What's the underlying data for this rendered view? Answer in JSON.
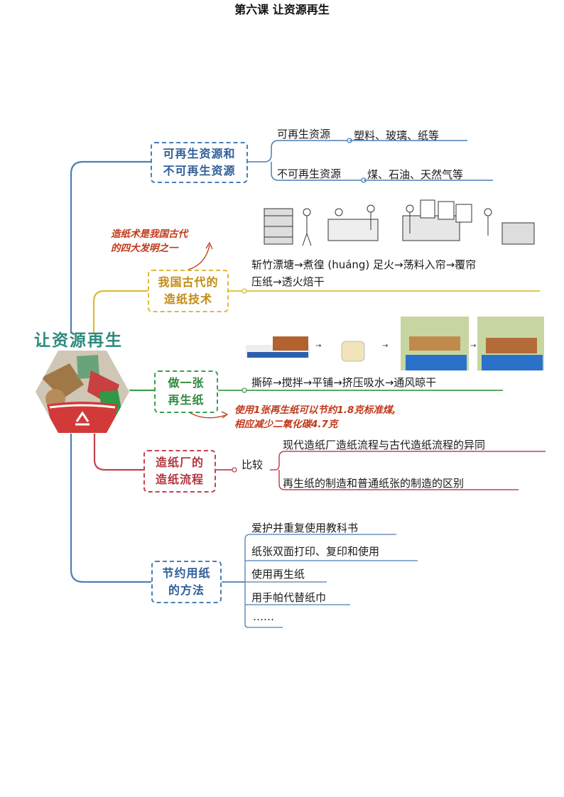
{
  "title": "第六课  让资源再生",
  "root": {
    "label": "让资源再生",
    "image_icon": "recycle-icon"
  },
  "colors": {
    "blue": "#4a7fb5",
    "yellow": "#e0b93a",
    "green": "#3f9d4e",
    "red": "#c2434f",
    "note": "#c0391b",
    "teal": "#2c8a7e"
  },
  "branches": [
    {
      "label_lines": [
        "可再生资源和",
        "不可再生资源"
      ],
      "items": [
        {
          "key": "可再生资源",
          "value": "塑料、玻璃、纸等"
        },
        {
          "key": "不可再生资源",
          "value": "煤、石油、天然气等"
        }
      ]
    },
    {
      "label_lines": [
        "我国古代的",
        "造纸技术"
      ],
      "note_lines": [
        "造纸术是我国古代",
        "的四大发明之一"
      ],
      "process_lines": [
        "斩竹漂塘→煮徨 (huáng) 足火→荡料入帘→覆帘",
        "压纸→透火焙干"
      ]
    },
    {
      "label_lines": [
        "做一张",
        "再生纸"
      ],
      "process": "撕碎→搅拌→平铺→挤压吸水→通风晾干",
      "note_lines": [
        "使用1张再生纸可以节约1.8克标准煤,",
        "相应减少二氧化碳4.7克"
      ]
    },
    {
      "label_lines": [
        "造纸厂的",
        "造纸流程"
      ],
      "compare": "比较",
      "items": [
        "现代造纸厂造纸流程与古代造纸流程的异同",
        "再生纸的制造和普通纸张的制造的区别"
      ]
    },
    {
      "label_lines": [
        "节约用纸",
        "的方法"
      ],
      "items": [
        "爱护并重复使用教科书",
        "纸张双面打印、复印和使用",
        "使用再生纸",
        "用手帕代替纸巾",
        "……"
      ]
    }
  ]
}
